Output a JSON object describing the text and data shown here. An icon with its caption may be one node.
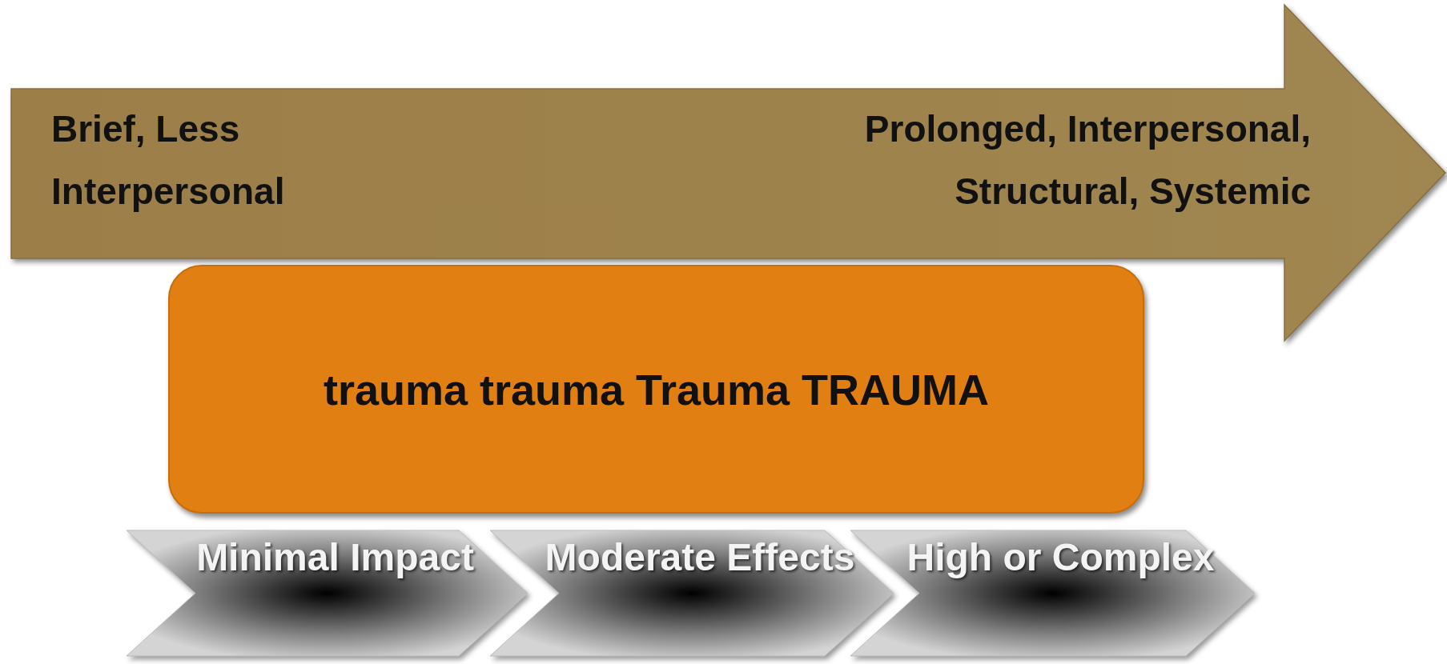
{
  "diagram": {
    "nodes": [
      {
        "text": [
          "Brief, Less Interpersonal",
          "Prolonged, Interpersonal, Structural, Systemic"
        ]
      },
      {
        "text": [
          "trauma trauma Trauma TRAUMA"
        ]
      },
      {
        "text": [
          "Minimal Impact"
        ]
      },
      {
        "text": [
          "Moderate Effects"
        ]
      },
      {
        "text": [
          "High or Complex"
        ]
      }
    ]
  }
}
